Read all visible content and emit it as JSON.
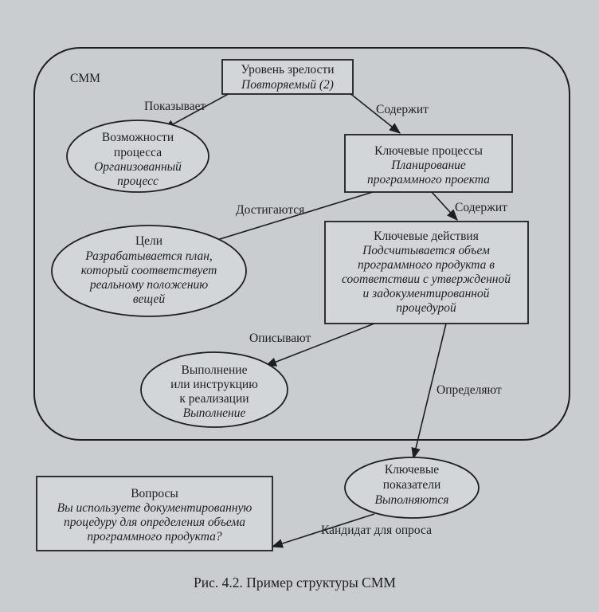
{
  "diagram": {
    "frame_label": "СММ",
    "nodes": {
      "maturity_level": {
        "title": "Уровень зрелости",
        "value": "Повторяемый (2)"
      },
      "process_capability": {
        "title": "Возможности",
        "lines": [
          "процесса"
        ],
        "italic_lines": [
          "Организованный",
          "процесс"
        ]
      },
      "key_processes": {
        "title": "Ключевые процессы",
        "italic_lines": [
          "Планирование",
          "программного проекта"
        ]
      },
      "goals": {
        "title": "Цели",
        "italic_lines": [
          "Разрабатывается план,",
          "который соответствует",
          "реальному положению",
          "вещей"
        ]
      },
      "key_actions": {
        "title": "Ключевые действия",
        "italic_lines": [
          "Подсчитывается объем",
          "программного продукта в",
          "соответствии с утвержденной",
          "и задокументированной",
          "процедурой"
        ]
      },
      "implementation": {
        "title": "Выполнение",
        "lines": [
          "или инструкцию",
          "к реализации"
        ],
        "italic_lines": [
          "Выполнение"
        ]
      },
      "key_indicators": {
        "title": "Ключевые",
        "lines": [
          "показатели"
        ],
        "italic_lines": [
          "Выполняются"
        ]
      },
      "questions": {
        "title": "Вопросы",
        "italic_lines": [
          "Вы используете документированную",
          "процедуру для определения объема",
          "программного продукта?"
        ]
      }
    },
    "edges": {
      "shows": "Показывает",
      "contains_1": "Содержит",
      "achieved": "Достигаются",
      "contains_2": "Содержит",
      "describe": "Описывают",
      "define": "Определяют",
      "survey_candidate": "Кандидат для опроса"
    }
  },
  "caption": "Рис. 4.2. Пример структуры СММ",
  "colors": {
    "background": "#c9cdcf",
    "ink": "#1e1e1e",
    "node_fill": "#d3d6d8"
  }
}
